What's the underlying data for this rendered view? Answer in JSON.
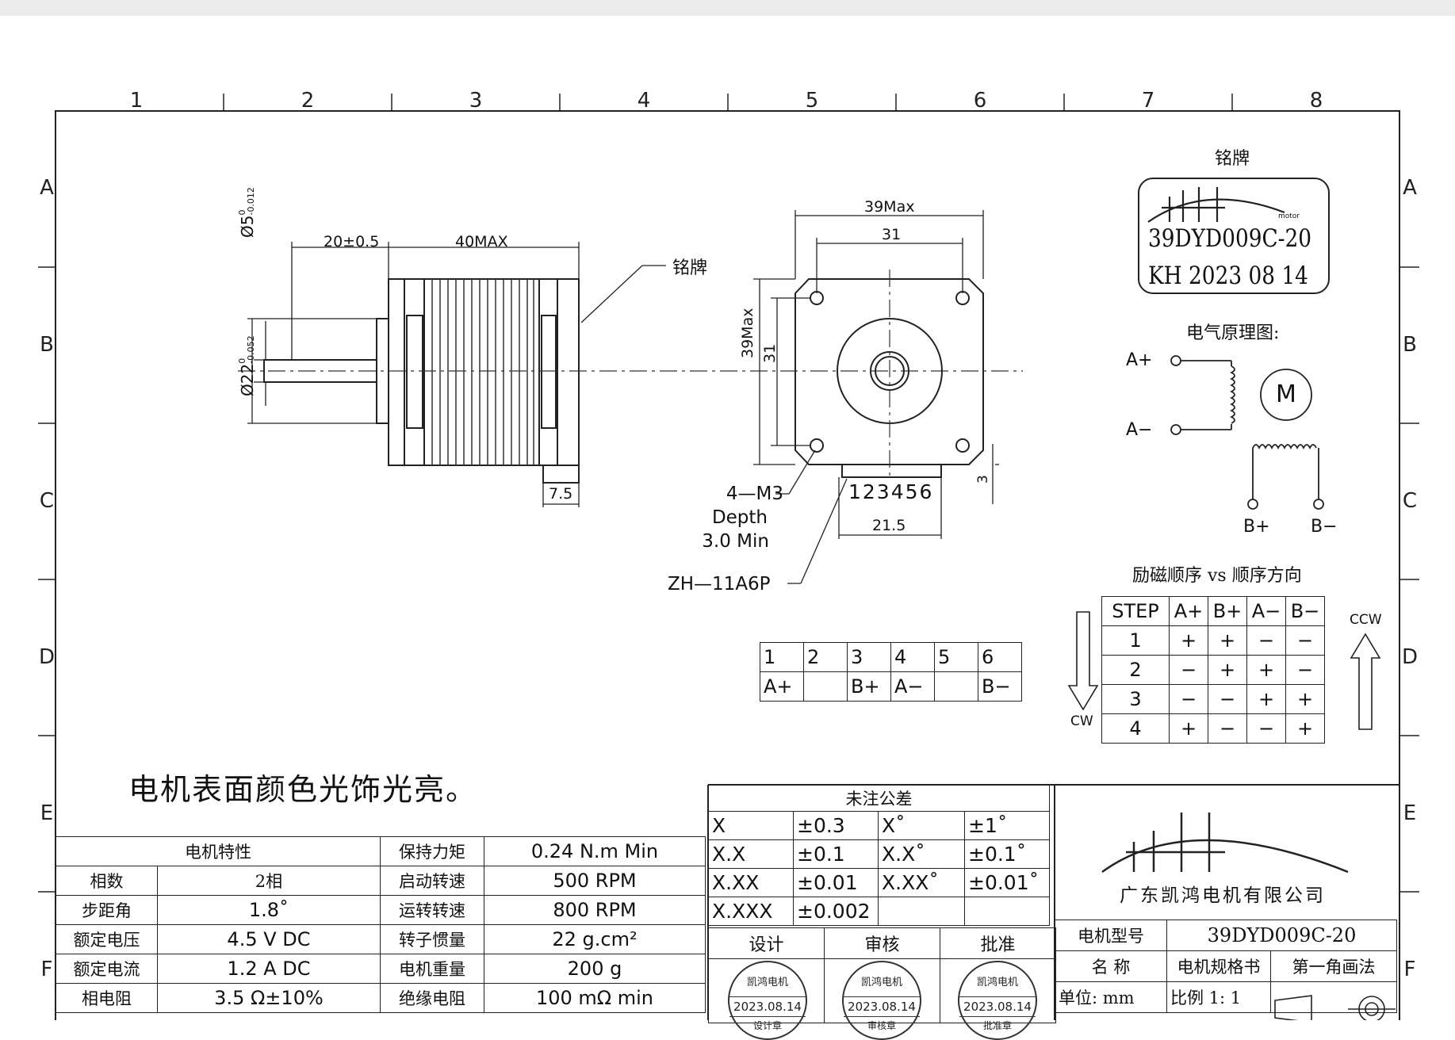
{
  "frame": {
    "columns": [
      "1",
      "2",
      "3",
      "4",
      "5",
      "6",
      "7",
      "8"
    ],
    "rows": [
      "A",
      "B",
      "C",
      "D",
      "E",
      "F"
    ]
  },
  "side_view": {
    "shaft_dia": "Ø5",
    "shaft_tol_upper": "0",
    "shaft_tol_lower": "-0.012",
    "boss_dia": "Ø22",
    "boss_tol_upper": "0",
    "boss_tol_lower": "-0.052",
    "shaft_length": "20±0.5",
    "body_length": "40MAX",
    "tail_length": "7.5",
    "nameplate_callout": "铭牌"
  },
  "front_view": {
    "width_max": "39Max",
    "hole_spacing_h": "31",
    "height_max": "39Max",
    "hole_spacing_v": "31",
    "connector_height": "3",
    "pins_label": "123456",
    "connector_width": "21.5",
    "mount_holes_line1": "4—M3",
    "mount_holes_line2": "Depth",
    "mount_holes_line3": "3.0  Min",
    "connector_type": "ZH—11A6P"
  },
  "pin_table": {
    "numbers": [
      "1",
      "2",
      "3",
      "4",
      "5",
      "6"
    ],
    "signals": [
      "A+",
      "",
      "B+",
      "A−",
      "",
      "B−"
    ]
  },
  "nameplate": {
    "title": "铭牌",
    "logo_sub": "motor",
    "model": "39DYD009C-20",
    "date_line": "KH  2023  08  14"
  },
  "schematic": {
    "title": "电气原理图:",
    "a_plus": "A+",
    "a_minus": "A−",
    "b_plus": "B+",
    "b_minus": "B−",
    "motor_symbol": "M"
  },
  "sequence": {
    "title": "励磁顺序  vs  顺序方向",
    "headers": [
      "STEP",
      "A+",
      "B+",
      "A−",
      "B−"
    ],
    "rows": [
      [
        "1",
        "+",
        "+",
        "−",
        "−"
      ],
      [
        "2",
        "−",
        "+",
        "+",
        "−"
      ],
      [
        "3",
        "−",
        "−",
        "+",
        "+"
      ],
      [
        "4",
        "+",
        "−",
        "−",
        "+"
      ]
    ],
    "cw_label": "CW",
    "ccw_label": "CCW"
  },
  "note": "电机表面颜色光饰光亮。",
  "specs": {
    "title": "电机特性",
    "left": [
      [
        "相数",
        "2相"
      ],
      [
        "步距角",
        "1.8˚"
      ],
      [
        "额定电压",
        "4.5  V  DC"
      ],
      [
        "额定电流",
        "1.2  A  DC"
      ],
      [
        "相电阻",
        "3.5  Ω±10%"
      ]
    ],
    "right": [
      [
        "保持力矩",
        "0.24  N.m  Min"
      ],
      [
        "启动转速",
        "500  RPM"
      ],
      [
        "运转转速",
        "800  RPM"
      ],
      [
        "转子惯量",
        "22  g.cm²"
      ],
      [
        "电机重量",
        "200  g"
      ],
      [
        "绝缘电阻",
        "100  mΩ  min"
      ]
    ]
  },
  "tolerance": {
    "title": "未注公差",
    "rows": [
      [
        "X",
        "±0.3",
        "X˚",
        "±1˚"
      ],
      [
        "X.X",
        "±0.1",
        "X.X˚",
        "±0.1˚"
      ],
      [
        "X.XX",
        "±0.01",
        "X.XX˚",
        "±0.01˚"
      ],
      [
        "X.XXX",
        "±0.002",
        "",
        ""
      ]
    ]
  },
  "approval": {
    "headers": [
      "设计",
      "审核",
      "批准"
    ],
    "stamps": [
      {
        "top": "凯鸿电机",
        "date": "2023.08.14",
        "bottom": "设计章"
      },
      {
        "top": "凯鸿电机",
        "date": "2023.08.14",
        "bottom": "审核章"
      },
      {
        "top": "凯鸿电机",
        "date": "2023.08.14",
        "bottom": "批准章"
      }
    ]
  },
  "title_block": {
    "company": "广东凯鸿电机有限公司",
    "model_label": "电机型号",
    "model_value": "39DYD009C-20",
    "name_label": "名  称",
    "name_value": "电机规格书",
    "projection": "第一角画法",
    "unit": "单位: mm",
    "scale": "比例  1:  1"
  }
}
